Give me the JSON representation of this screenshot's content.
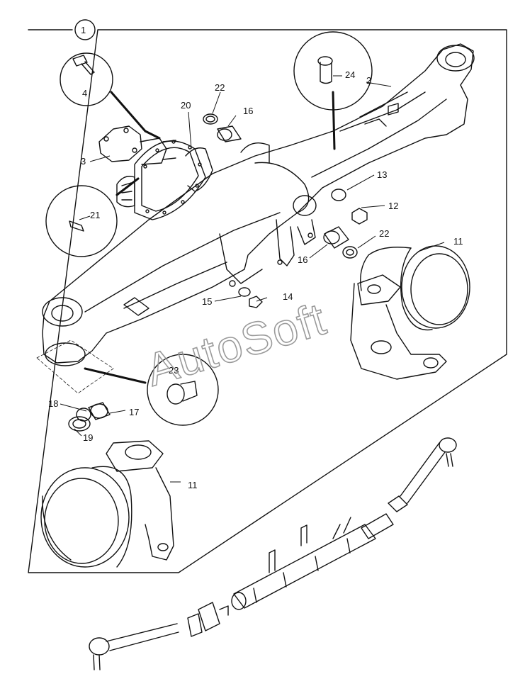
{
  "diagram": {
    "group_label": "1",
    "watermark": "AutoSoft",
    "callouts": [
      "2",
      "3",
      "4",
      "11",
      "11",
      "12",
      "13",
      "14",
      "15",
      "16",
      "16",
      "17",
      "18",
      "19",
      "20",
      "21",
      "22",
      "22",
      "23",
      "24"
    ]
  }
}
